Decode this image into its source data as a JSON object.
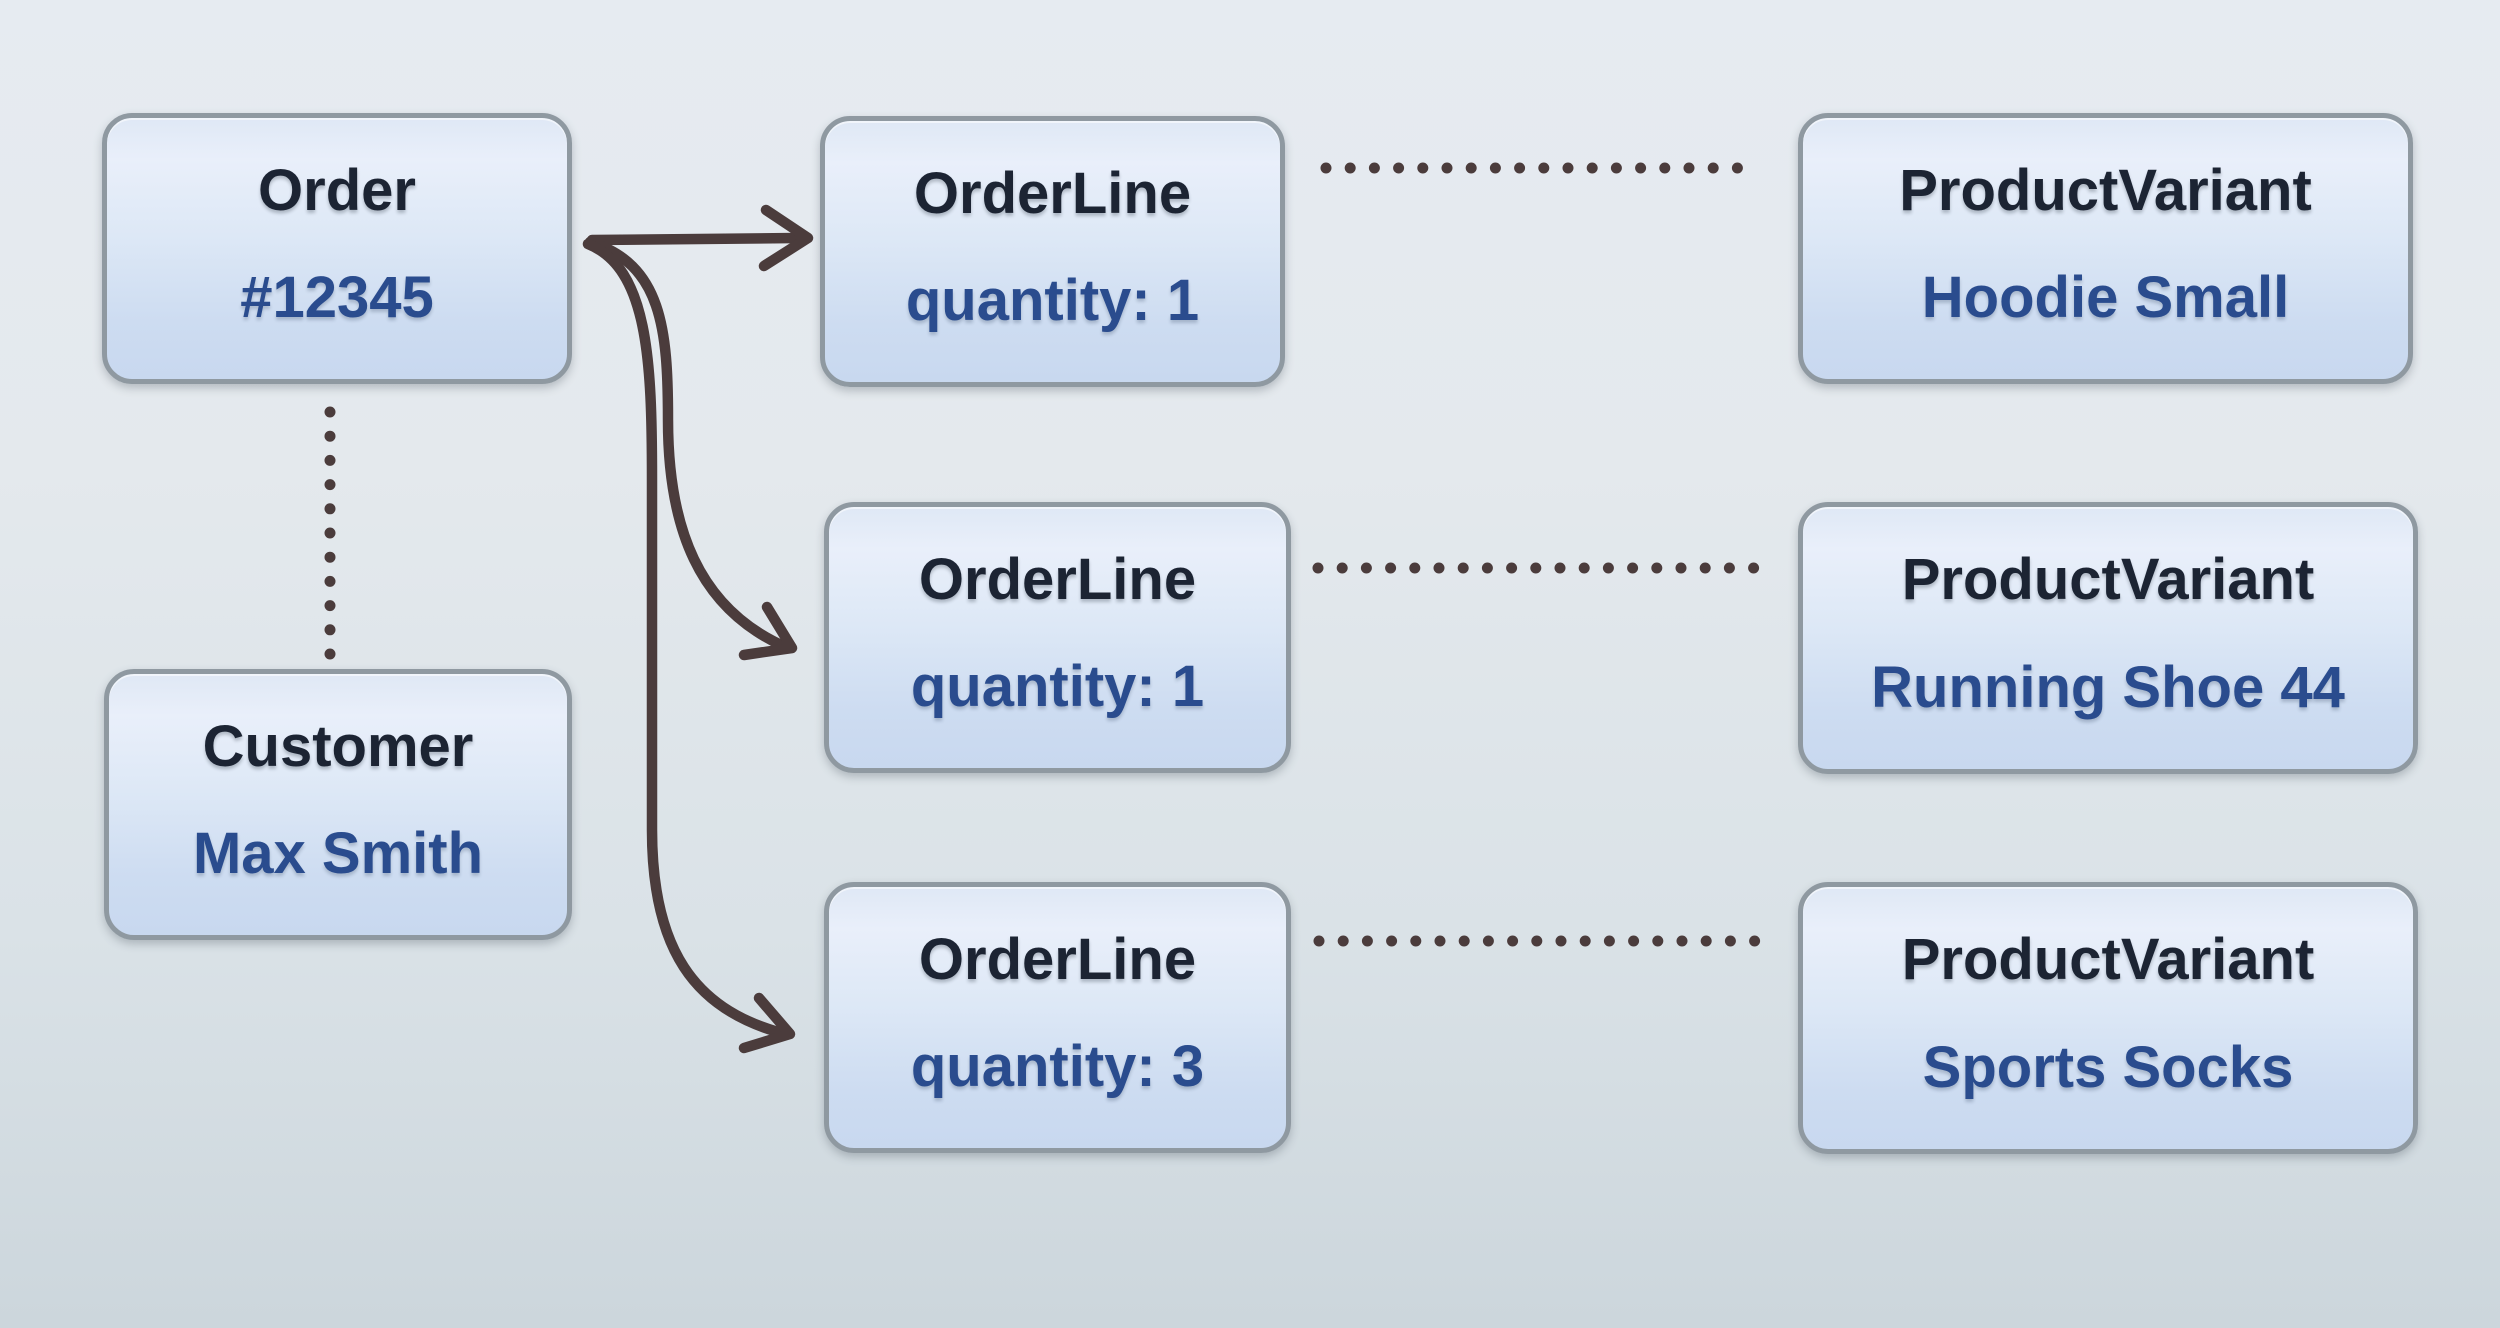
{
  "diagram": {
    "kind": "object-diagram",
    "nodes": {
      "order": {
        "title": "Order",
        "value": "#12345"
      },
      "customer": {
        "title": "Customer",
        "value": "Max Smith"
      },
      "order_lines": [
        {
          "title": "OrderLine",
          "value": "quantity: 1"
        },
        {
          "title": "OrderLine",
          "value": "quantity: 1"
        },
        {
          "title": "OrderLine",
          "value": "quantity: 3"
        }
      ],
      "product_variants": [
        {
          "title": "ProductVariant",
          "value": "Hoodie Small"
        },
        {
          "title": "ProductVariant",
          "value": "Running Shoe 44"
        },
        {
          "title": "ProductVariant",
          "value": "Sports Socks"
        }
      ]
    },
    "relationships": [
      {
        "from": "Order #12345",
        "to": "OrderLine quantity: 1 (top)",
        "style": "solid-arrow"
      },
      {
        "from": "Order #12345",
        "to": "OrderLine quantity: 1 (middle)",
        "style": "solid-arrow"
      },
      {
        "from": "Order #12345",
        "to": "OrderLine quantity: 3 (bottom)",
        "style": "solid-arrow"
      },
      {
        "from": "Order #12345",
        "to": "Customer Max Smith",
        "style": "dotted"
      },
      {
        "from": "OrderLine quantity: 1 (top)",
        "to": "ProductVariant Hoodie Small",
        "style": "dotted"
      },
      {
        "from": "OrderLine quantity: 1 (middle)",
        "to": "ProductVariant Running Shoe 44",
        "style": "dotted"
      },
      {
        "from": "OrderLine quantity: 3 (bottom)",
        "to": "ProductVariant Sports Socks",
        "style": "dotted"
      }
    ],
    "colors": {
      "background_top": "#e6ebf1",
      "background_bottom": "#ccd6dc",
      "box_fill_top": "#e9effa",
      "box_fill_bottom": "#c8d8ef",
      "box_border": "#8f99a1",
      "title_text": "#1c2433",
      "value_text": "#2a4c8e",
      "connector": "#4b3c3c"
    }
  }
}
